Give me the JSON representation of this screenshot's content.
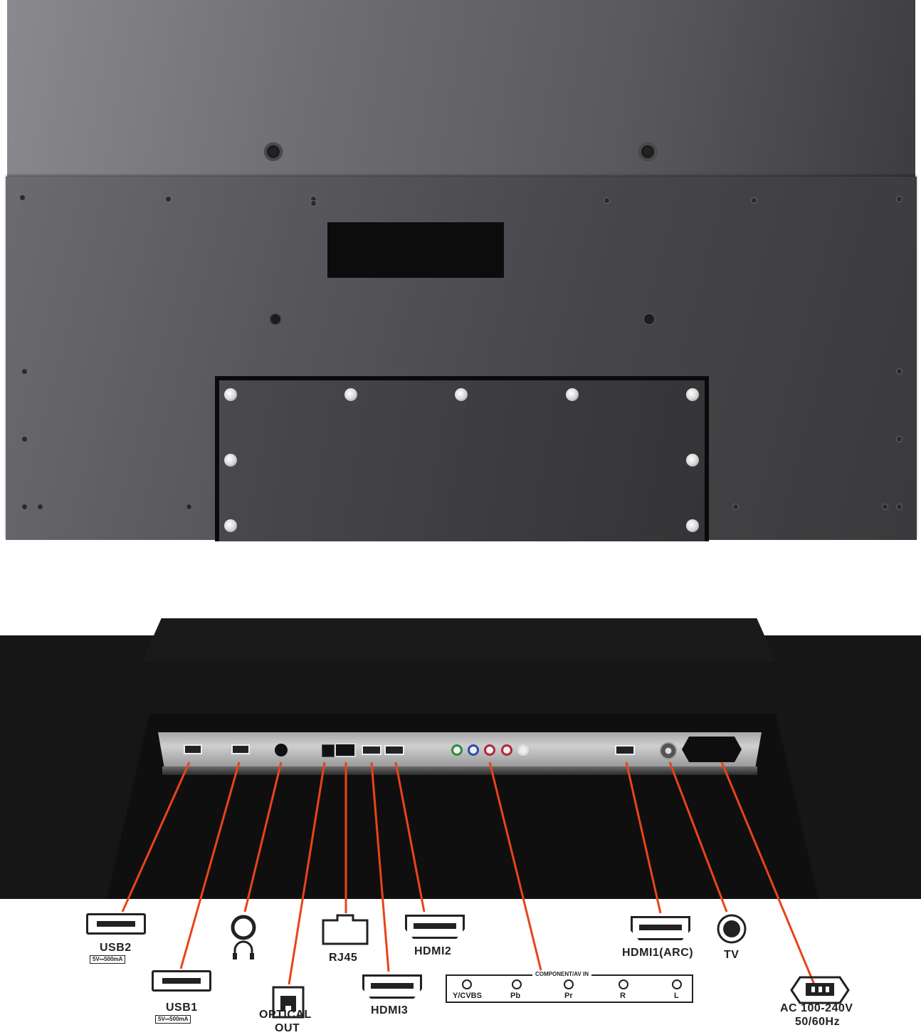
{
  "ports": {
    "usb2": {
      "label": "USB2",
      "spec": "5V⎓500mA"
    },
    "usb1": {
      "label": "USB1",
      "spec": "5V⎓500mA"
    },
    "optical": {
      "label_line1": "OPTICAL",
      "label_line2": "OUT"
    },
    "rj45": {
      "label": "RJ45"
    },
    "hdmi2": {
      "label": "HDMI2"
    },
    "hdmi3": {
      "label": "HDMI3"
    },
    "hdmi1": {
      "label": "HDMI1(ARC)"
    },
    "tv": {
      "label": "TV"
    },
    "power": {
      "label_line1": "AC 100-240V",
      "label_line2": "50/60Hz"
    },
    "component": {
      "title": "COMPONENT/AV IN",
      "jacks": [
        "Y/CVBS",
        "Pb",
        "Pr",
        "R",
        "L"
      ]
    }
  },
  "colors": {
    "leader_line": "#e8441a",
    "rca_green": "#2e8b3c",
    "rca_blue": "#2a4fa8",
    "rca_red": "#b3283a",
    "rca_white": "#dddddd"
  }
}
